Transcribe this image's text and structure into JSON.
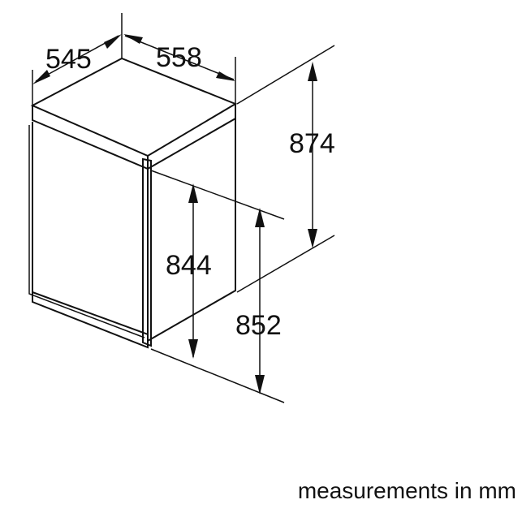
{
  "dimensions": {
    "depth": "545",
    "width": "558",
    "height_total": "874",
    "height_body": "844",
    "height_door": "852"
  },
  "note": "measurements in mm"
}
